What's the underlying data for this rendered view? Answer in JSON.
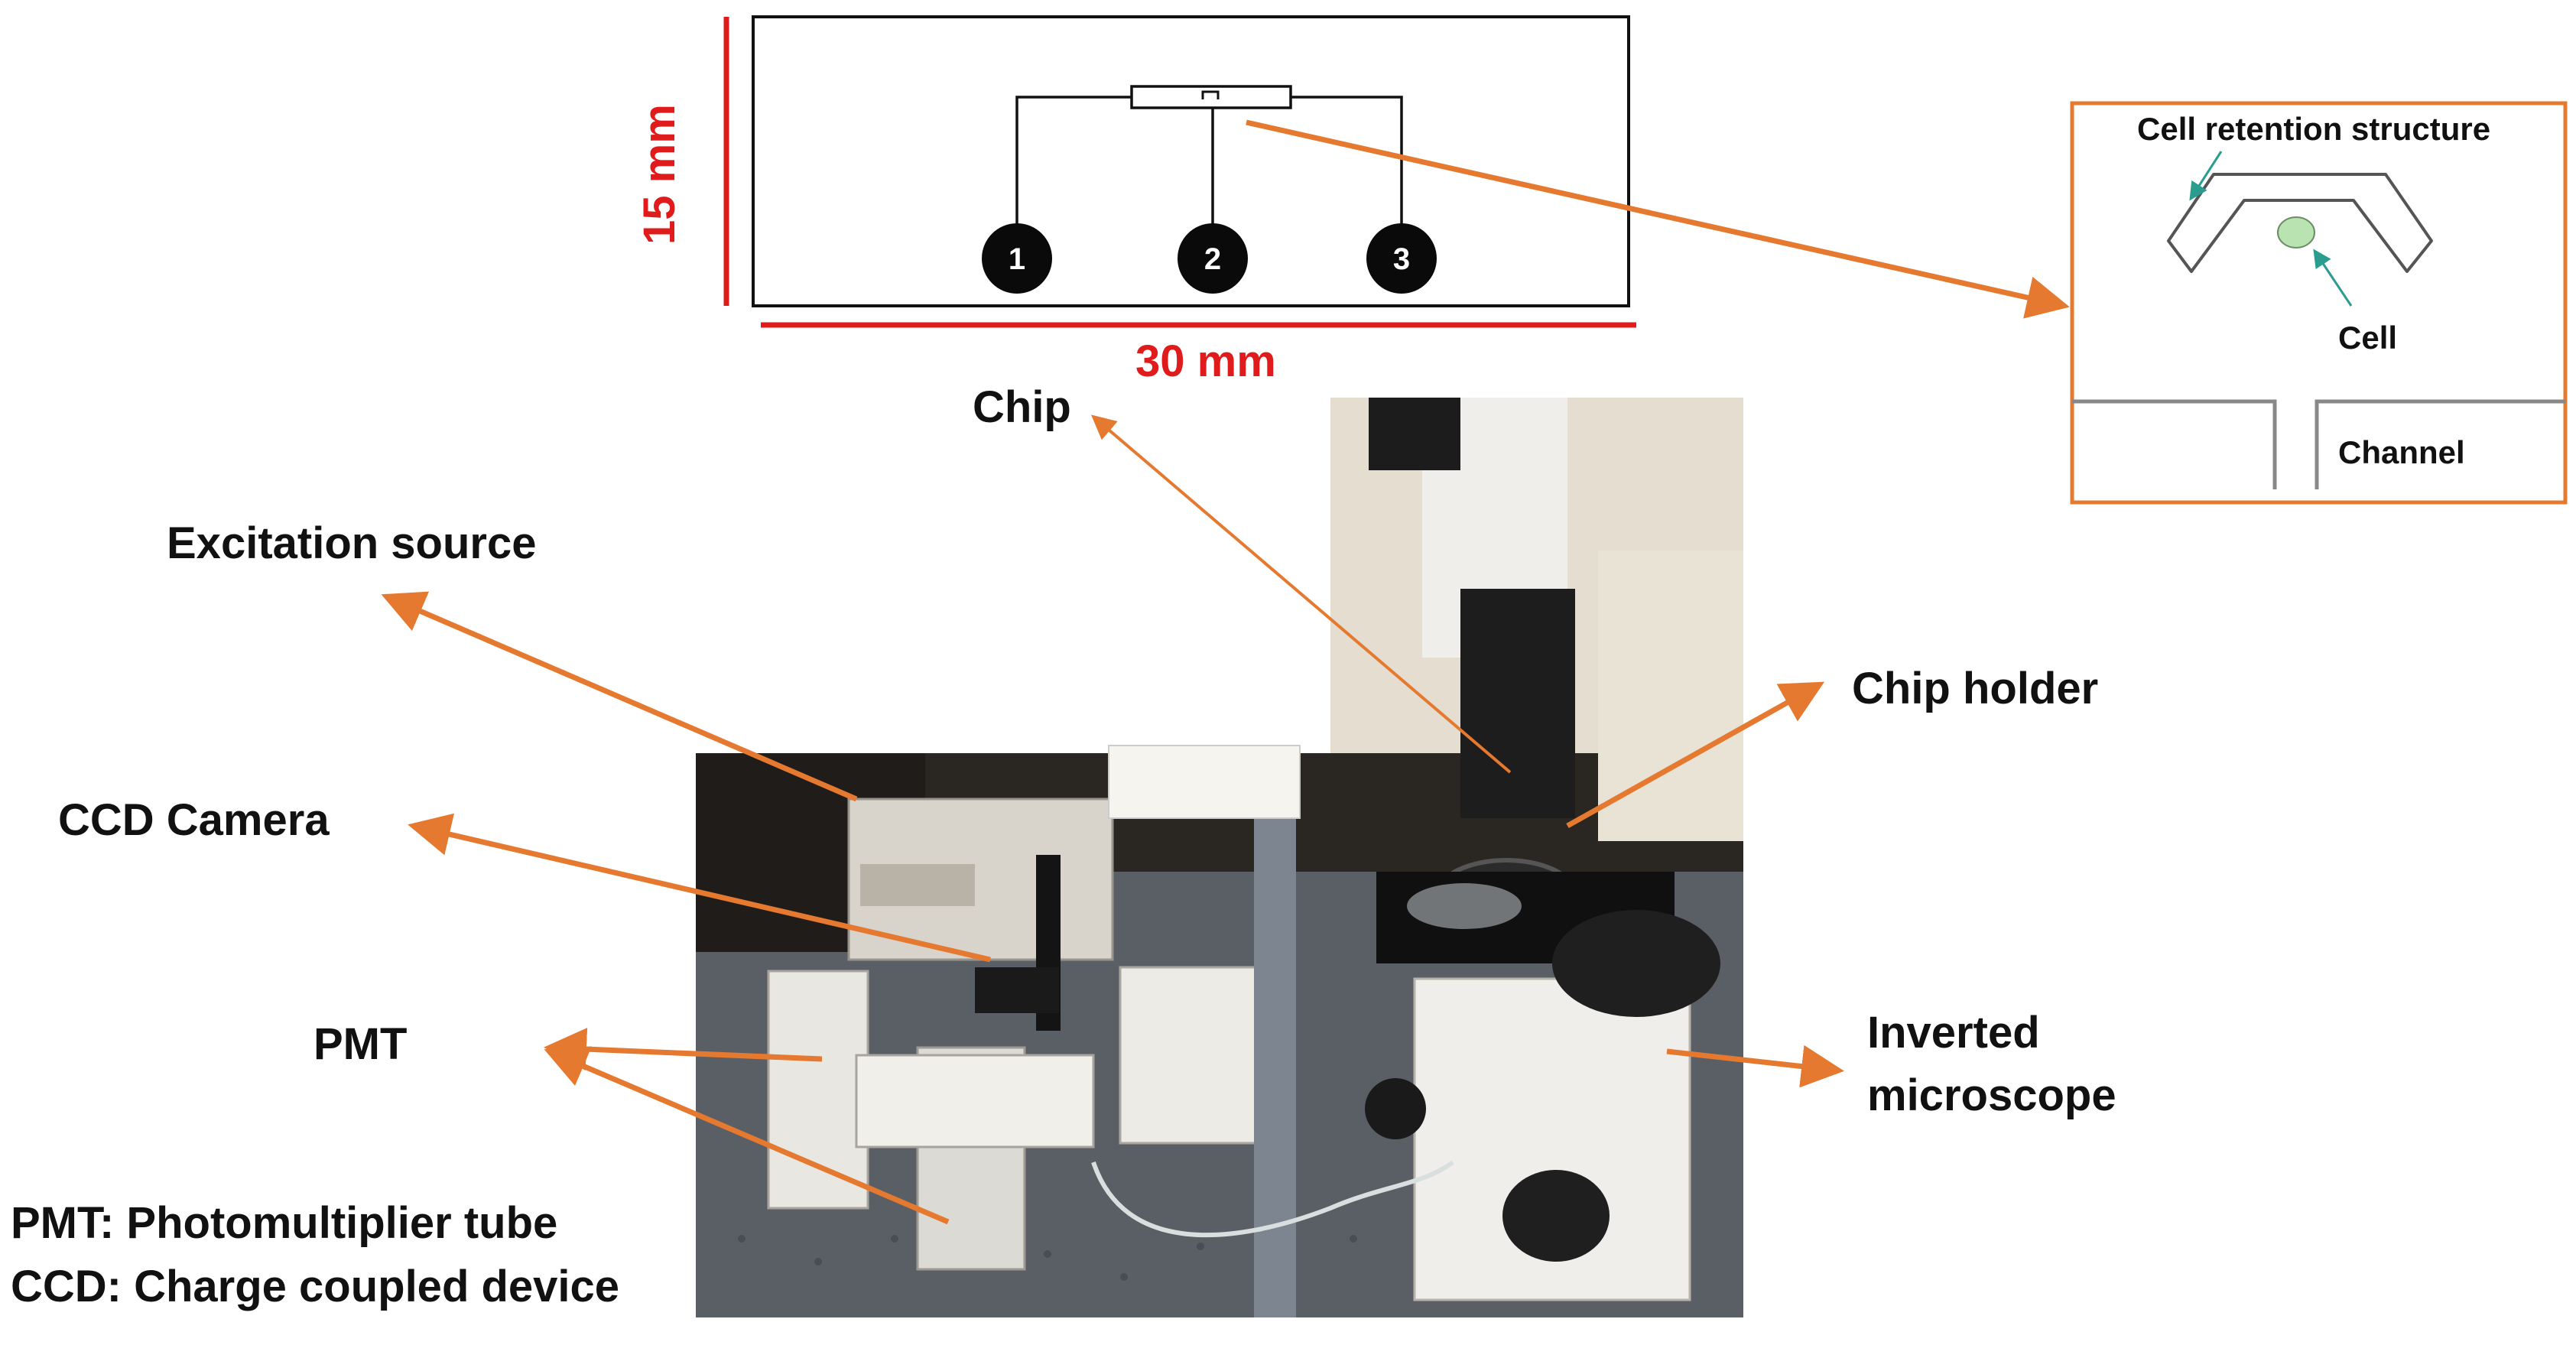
{
  "chip_schematic": {
    "width_label": "30 mm",
    "height_label": "15 mm",
    "electrodes": [
      "1",
      "2",
      "3"
    ]
  },
  "inset": {
    "structure_label": "Cell retention structure",
    "cell_label": "Cell",
    "channel_label": "Channel"
  },
  "labels": {
    "chip": "Chip",
    "excitation_source": "Excitation source",
    "ccd_camera": "CCD Camera",
    "pmt": "PMT",
    "chip_holder": "Chip holder",
    "inverted_microscope_line1": "Inverted",
    "inverted_microscope_line2": "microscope"
  },
  "legend": {
    "line1": "PMT: Photomultiplier tube",
    "line2": "CCD: Charge coupled device"
  },
  "colors": {
    "arrow": "#e5792f",
    "dimension": "#e01b1b",
    "inset_border": "#e5792f",
    "cell_fill": "#b9e3b0",
    "pointer": "#2a9d8f"
  }
}
